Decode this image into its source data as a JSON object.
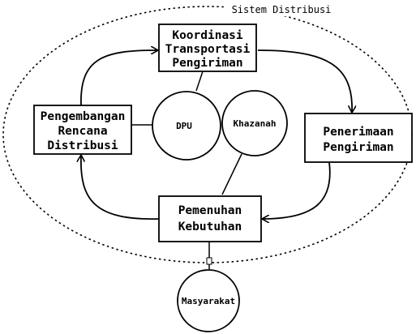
{
  "boundary": {
    "label": "Sistem Distribusi"
  },
  "processes": {
    "koordinasi": {
      "lines": [
        "Koordinasi",
        "Transportasi",
        "Pengiriman"
      ]
    },
    "penerimaan": {
      "lines": [
        "Penerimaan",
        "Pengiriman"
      ]
    },
    "pemenuhan": {
      "lines": [
        "Pemenuhan",
        "Kebutuhan"
      ]
    },
    "pengembangan": {
      "lines": [
        "Pengembangan",
        "Rencana",
        "Distribusi"
      ]
    }
  },
  "entities": {
    "dpu": {
      "label": "DPU"
    },
    "khazanah": {
      "label": "Khazanah"
    },
    "masyarakat": {
      "label": "Masyarakat"
    }
  },
  "colors": {
    "stroke": "#000000",
    "background": "#ffffff"
  }
}
